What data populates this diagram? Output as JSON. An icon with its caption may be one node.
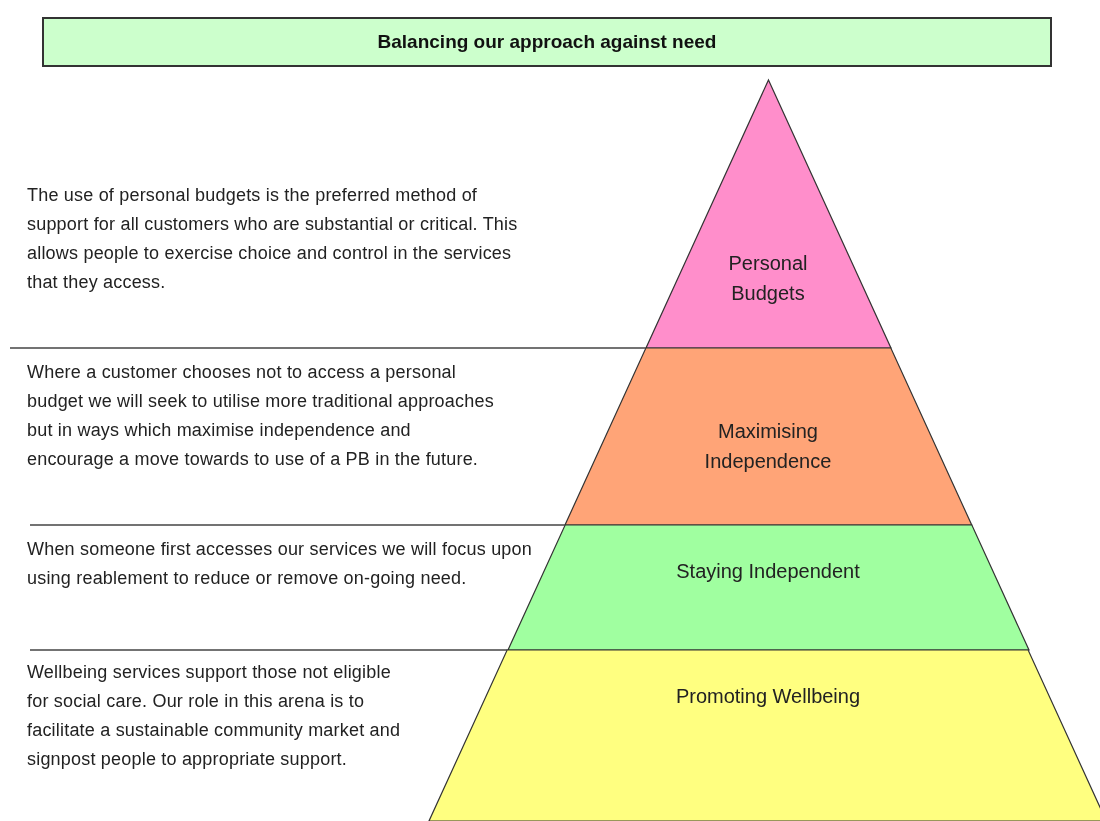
{
  "diagram": {
    "title": "Balancing our approach against need",
    "nodes": [
      {
        "text": [
          "Personal Budgets"
        ]
      },
      {
        "text": [
          "Maximising Independence"
        ]
      },
      {
        "text": [
          "Staying Independent"
        ]
      },
      {
        "text": [
          "Promoting Wellbeing"
        ]
      }
    ],
    "labels": [
      "The use of personal budgets is the preferred method of support for all customers who are substantial or critical. This allows people to exercise choice and control in the services that they access.",
      "Where a customer chooses not to access a personal budget we will seek to utilise more traditional approaches but in ways which maximise independence and encourage a move towards to use of a PB in the future.",
      "When someone first accesses our services we will focus upon using reablement to reduce or remove on-going need.",
      "Wellbeing services support those not eligible for social care. Our role in this arena is to facilitate a sustainable community market and signpost people to appropriate support."
    ]
  }
}
